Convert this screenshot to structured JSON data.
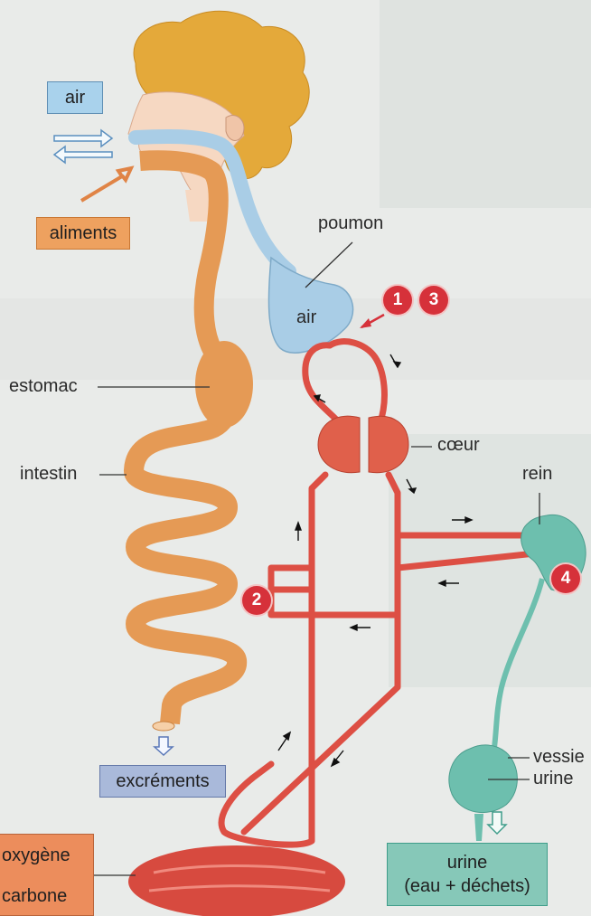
{
  "labels": {
    "air_box": "air",
    "aliments": "aliments",
    "poumon": "poumon",
    "air_lung": "air",
    "estomac": "estomac",
    "intestin": "intestin",
    "coeur": "cœur",
    "rein": "rein",
    "vessie": "vessie",
    "urine": "urine",
    "excrements": "excréments",
    "urine_box_line1": "urine",
    "urine_box_line2": "(eau + déchets)",
    "oxygene": "oxygène",
    "carbone": "carbone"
  },
  "markers": [
    "1",
    "3",
    "2",
    "4"
  ],
  "colors": {
    "digestive": "#e59a55",
    "respiratory": "#a9cde6",
    "blood": "#dd4f44",
    "heart": "#e0604b",
    "urinary": "#6dbfae",
    "marker": "#d6313a",
    "air_box": "#a9d2ec",
    "aliments_box": "#eea15f",
    "excrements_box": "#a9b9da",
    "urine_box": "#86c8b8",
    "oxygene_box": "#ec8d5c"
  }
}
